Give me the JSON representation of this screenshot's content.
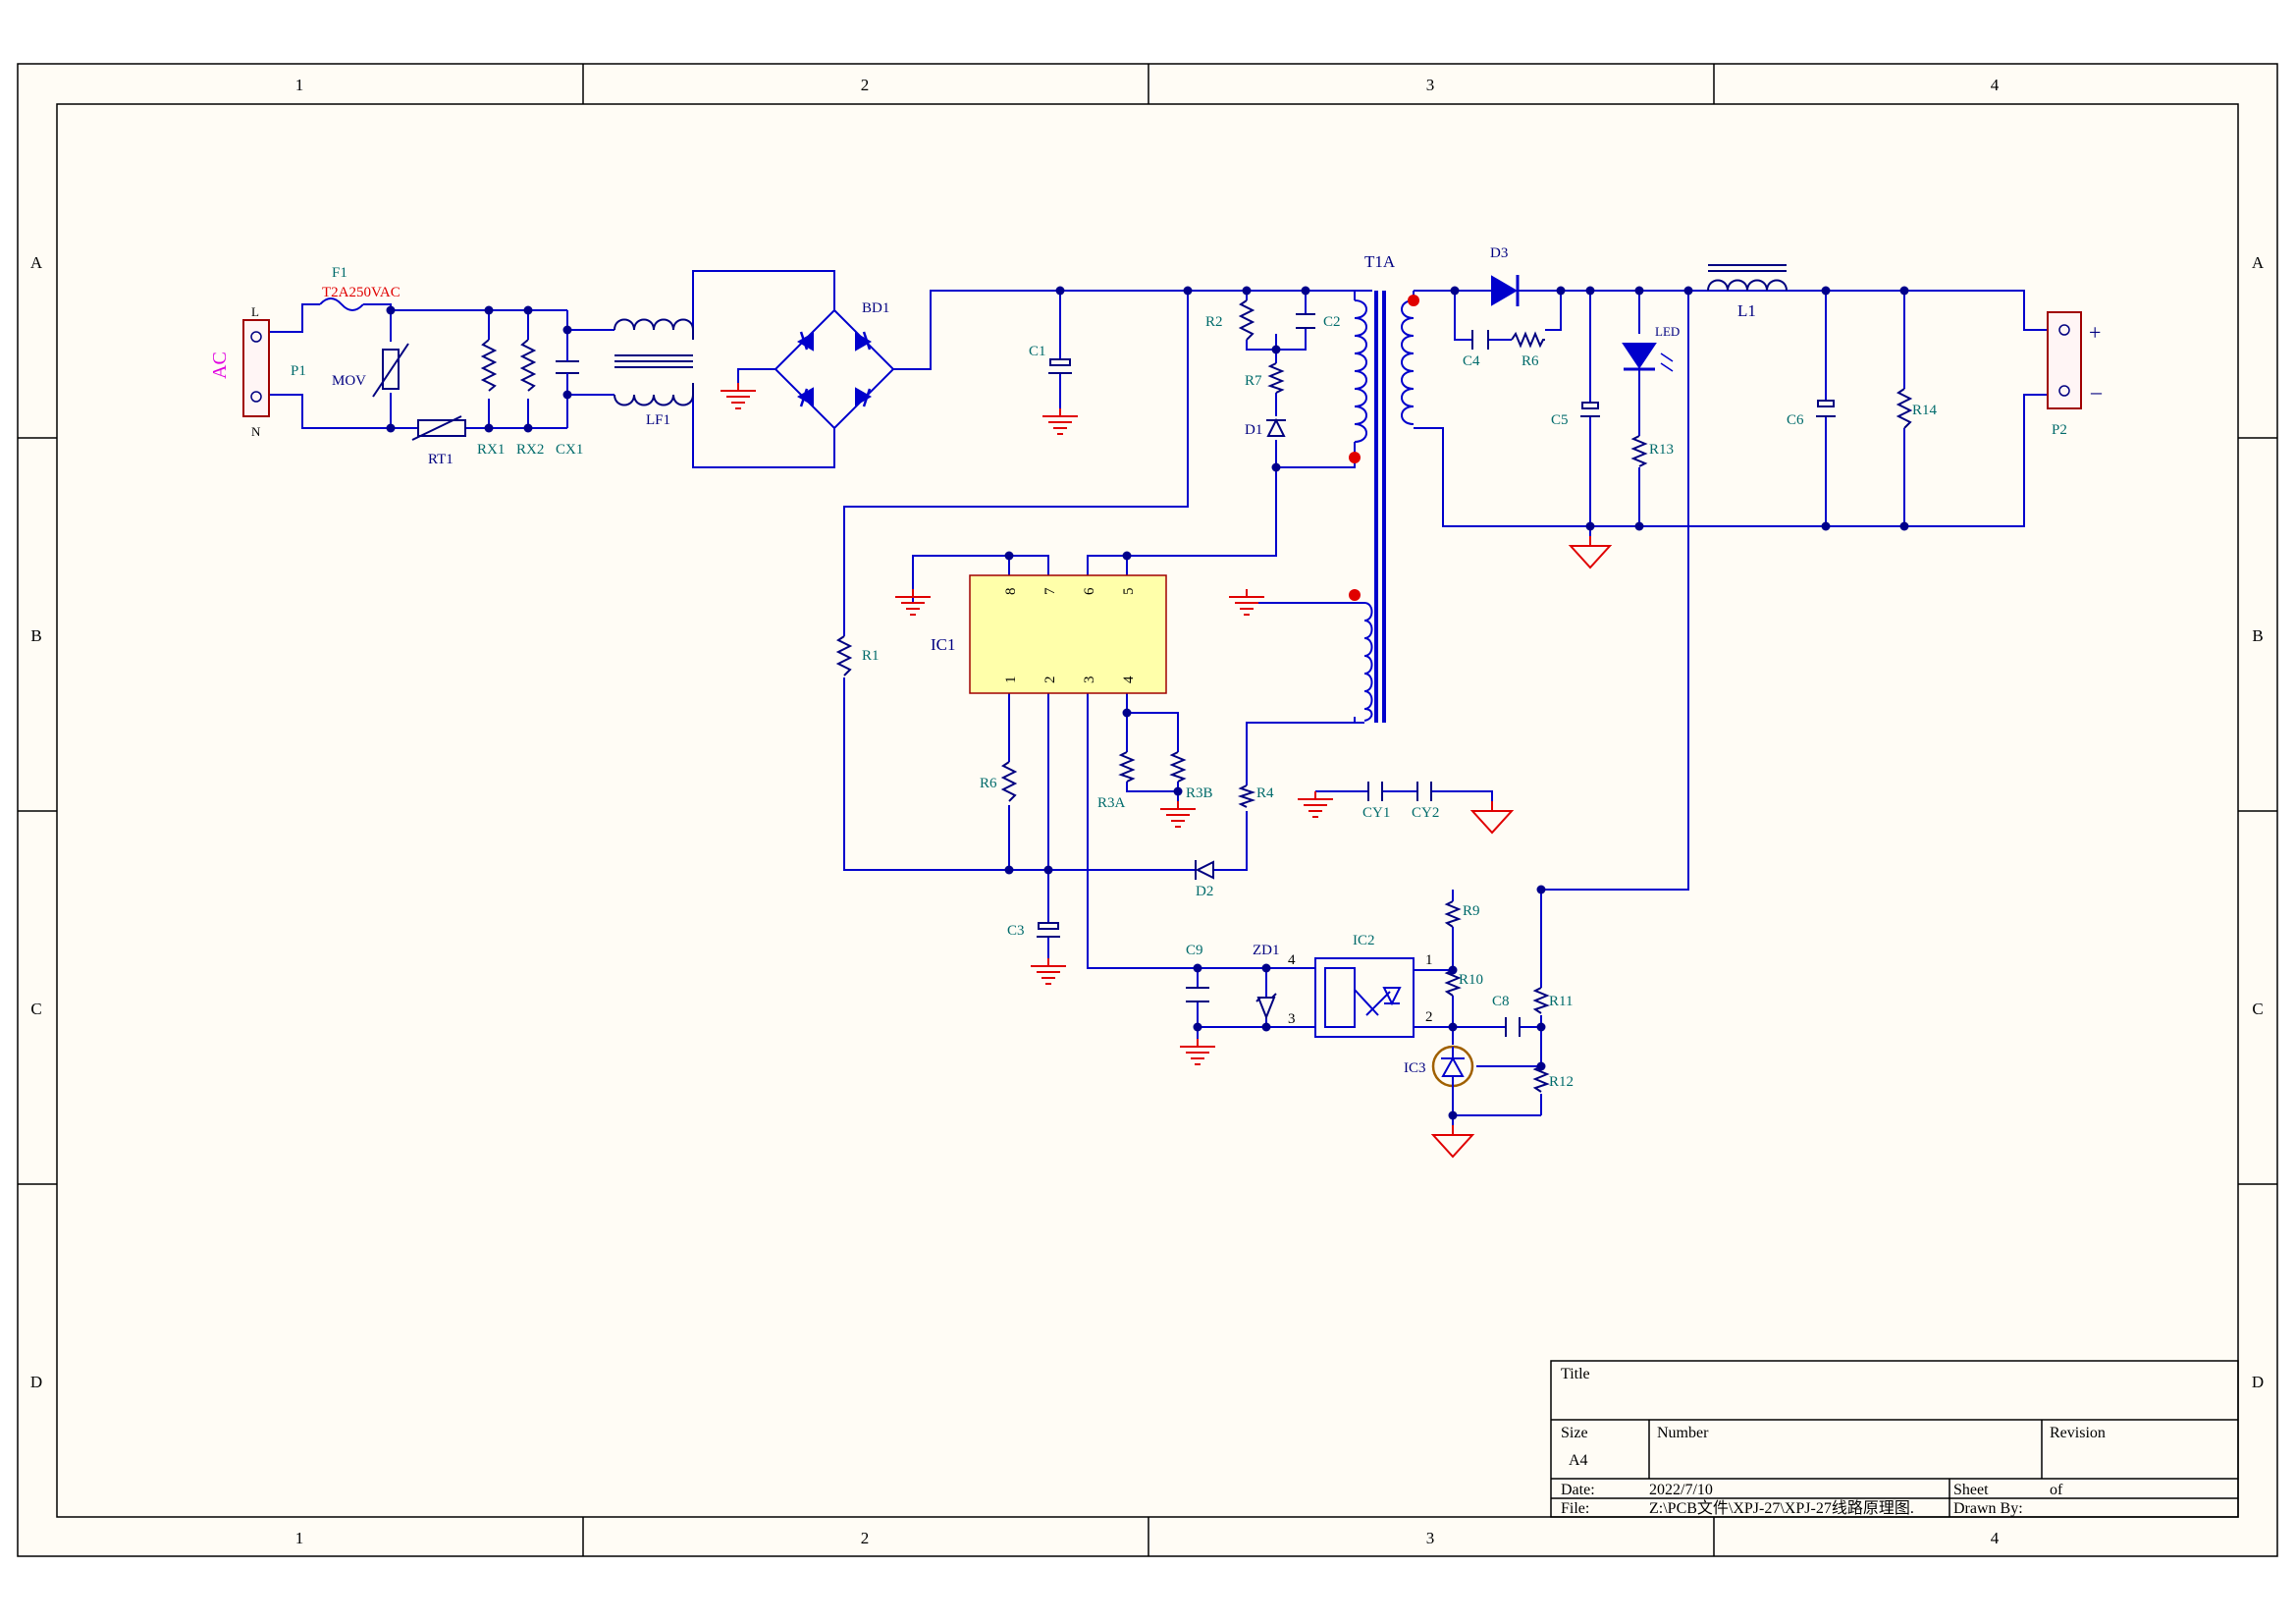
{
  "border": {
    "columns": [
      "1",
      "2",
      "3",
      "4"
    ],
    "rows": [
      "A",
      "B",
      "C",
      "D"
    ]
  },
  "labels": {
    "ac": "AC",
    "p1": "P1",
    "pin_l": "L",
    "pin_n": "N",
    "f1": "F1",
    "f1_value": "T2A250VAC",
    "mov": "MOV",
    "rt1": "RT1",
    "rx1": "RX1",
    "rx2": "RX2",
    "cx1": "CX1",
    "lf1": "LF1",
    "bd1": "BD1",
    "c1": "C1",
    "r2": "R2",
    "c2": "C2",
    "r7": "R7",
    "d1": "D1",
    "t1a": "T1A",
    "d3": "D3",
    "c4": "C4",
    "r6_out": "R6",
    "led": "LED",
    "c5": "C5",
    "r13": "R13",
    "l1": "L1",
    "c6": "C6",
    "r14": "R14",
    "p2": "P2",
    "plus": "+",
    "minus": "–",
    "r1": "R1",
    "ic1": "IC1",
    "ic1_pin8": "8",
    "ic1_pin7": "7",
    "ic1_pin6": "6",
    "ic1_pin5": "5",
    "ic1_pin1": "1",
    "ic1_pin2": "2",
    "ic1_pin3": "3",
    "ic1_pin4": "4",
    "r6": "R6",
    "r3a": "R3A",
    "r3b": "R3B",
    "r4": "R4",
    "cy1": "CY1",
    "cy2": "CY2",
    "d2": "D2",
    "c3": "C3",
    "c9": "C9",
    "zd1": "ZD1",
    "ic2": "IC2",
    "ic2_pin4": "4",
    "ic2_pin3": "3",
    "ic2_pin1": "1",
    "ic2_pin2": "2",
    "r9": "R9",
    "r10": "R10",
    "c8": "C8",
    "r11": "R11",
    "ic3": "IC3",
    "r12": "R12"
  },
  "title_block": {
    "title_label": "Title",
    "size_label": "Size",
    "size_value": "A4",
    "number_label": "Number",
    "revision_label": "Revision",
    "date_label": "Date:",
    "date_value": "2022/7/10",
    "sheet_label": "Sheet",
    "of_label": "of",
    "file_label": "File:",
    "file_value": "Z:\\PCB文件\\XPJ-27\\XPJ-27线路原理图.",
    "drawn_label": "Drawn By:"
  },
  "colors": {
    "wire": "#0000cc",
    "frame": "#000000",
    "designator": "#006b6b",
    "warning": "#e00000",
    "magenta": "#e000e0",
    "ic_fill": "#ffffaa",
    "ic_stroke": "#a00000",
    "ground_red": "#e00000",
    "paper": "#fffcf5"
  }
}
